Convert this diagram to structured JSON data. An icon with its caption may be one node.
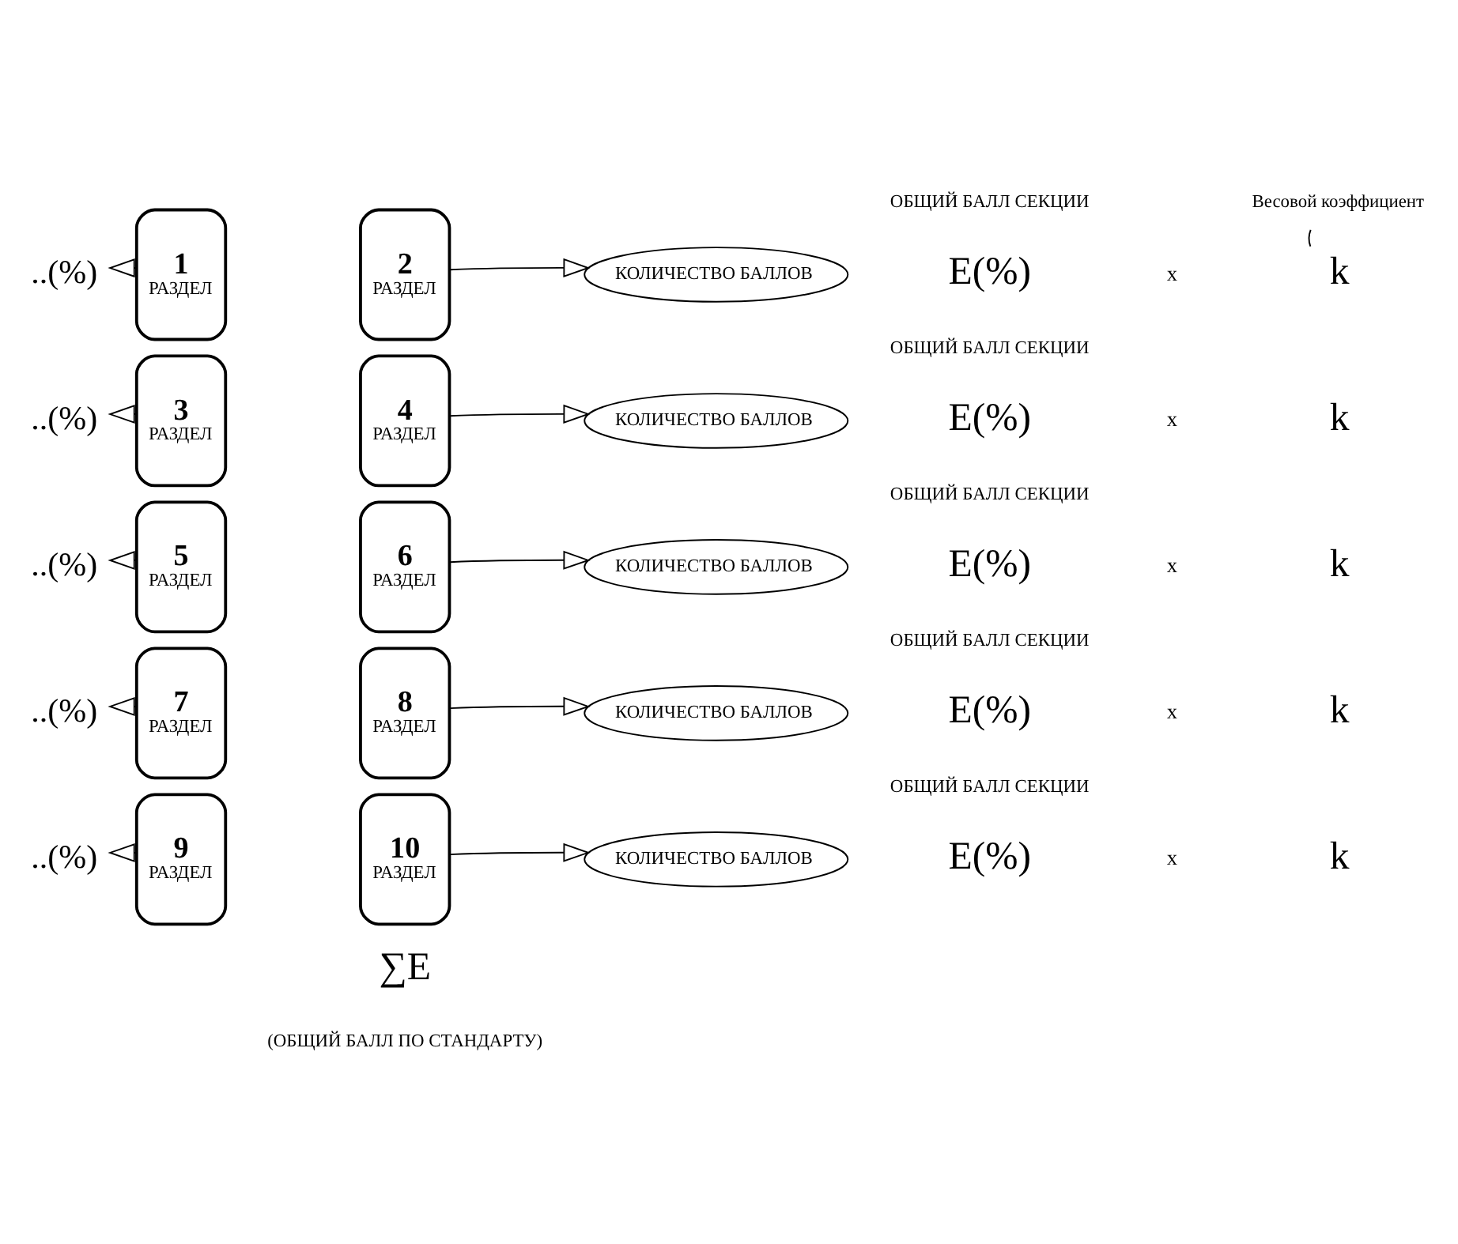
{
  "diagram": {
    "nodes": [
      {
        "text": [
          "Весовой коэффициент"
        ]
      },
      {
        "text": [
          "..(%)"
        ]
      },
      {
        "text": [
          "1",
          "РАЗДЕЛ"
        ]
      },
      {
        "text": [
          "2",
          "РАЗДЕЛ"
        ]
      },
      {
        "text": [
          "КОЛИЧЕСТВО БАЛЛОВ"
        ]
      },
      {
        "text": [
          "k"
        ]
      },
      {
        "text": [
          "..(%)"
        ]
      },
      {
        "text": [
          "3",
          "РАЗДЕЛ"
        ]
      },
      {
        "text": [
          "4",
          "РАЗДЕЛ"
        ]
      },
      {
        "text": [
          "КОЛИЧЕСТВО БАЛЛОВ"
        ]
      },
      {
        "text": [
          "..(%)"
        ]
      },
      {
        "text": [
          "5",
          "РАЗДЕЛ"
        ]
      },
      {
        "text": [
          "6",
          "РАЗДЕЛ"
        ]
      },
      {
        "text": [
          "КОЛИЧЕСТВО БАЛЛОВ"
        ]
      },
      {
        "text": [
          "..(%)"
        ]
      },
      {
        "text": [
          "7",
          "РАЗДЕЛ"
        ]
      },
      {
        "text": [
          "8",
          "РАЗДЕЛ"
        ]
      },
      {
        "text": [
          "КОЛИЧЕСТВО БАЛЛОВ"
        ]
      },
      {
        "text": [
          "..(%)"
        ]
      },
      {
        "text": [
          "9",
          "РАЗДЕЛ"
        ]
      },
      {
        "text": [
          "10",
          "РАЗДЕЛ"
        ]
      },
      {
        "text": [
          "КОЛИЧЕСТВО БАЛЛОВ"
        ]
      }
    ],
    "edges": [
      {
        "from": 0,
        "to": 5,
        "arrow": "none"
      },
      {
        "from": 2,
        "to": 1,
        "arrow": "to"
      },
      {
        "from": 3,
        "to": 4,
        "arrow": "to"
      },
      {
        "from": 7,
        "to": 6,
        "arrow": "to"
      },
      {
        "from": 8,
        "to": 9,
        "arrow": "to"
      },
      {
        "from": 11,
        "to": 10,
        "arrow": "to"
      },
      {
        "from": 12,
        "to": 13,
        "arrow": "to"
      },
      {
        "from": 15,
        "to": 14,
        "arrow": "to"
      },
      {
        "from": 16,
        "to": 17,
        "arrow": "to"
      },
      {
        "from": 19,
        "to": 18,
        "arrow": "to"
      },
      {
        "from": 20,
        "to": 21,
        "arrow": "to"
      }
    ],
    "labels": [
      "E(%)",
      "ОБЩИЙ БАЛЛ СЕКЦИИ",
      "x",
      "E(%)",
      "ОБЩИЙ БАЛЛ СЕКЦИИ",
      "x",
      "k",
      "E(%)",
      "ОБЩИЙ БАЛЛ СЕКЦИИ",
      "x",
      "k",
      "E(%)",
      "ОБЩИЙ БАЛЛ СЕКЦИИ",
      "x",
      "k",
      "E(%)",
      "ОБЩИЙ БАЛЛ СЕКЦИИ",
      "x",
      "k",
      "∑E",
      "(ОБЩИЙ БАЛЛ ПО СТАНДАРТУ)"
    ]
  }
}
